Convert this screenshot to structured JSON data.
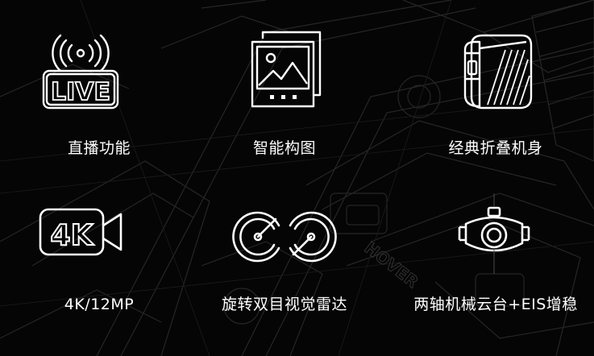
{
  "features": [
    {
      "label": "直播功能",
      "icon": "live-broadcast-icon"
    },
    {
      "label": "智能构图",
      "icon": "smart-composition-icon"
    },
    {
      "label": "经典折叠机身",
      "icon": "foldable-body-icon"
    },
    {
      "label": "4K/12MP",
      "icon": "4k-camera-icon"
    },
    {
      "label": "旋转双目视觉雷达",
      "icon": "binocular-vision-radar-icon"
    },
    {
      "label": "两轴机械云台+EIS增稳",
      "icon": "gimbal-camera-icon"
    }
  ],
  "background": {
    "watermark_text": "HOVER",
    "base_color": "#050505",
    "line_color": "#2a2a2a"
  }
}
